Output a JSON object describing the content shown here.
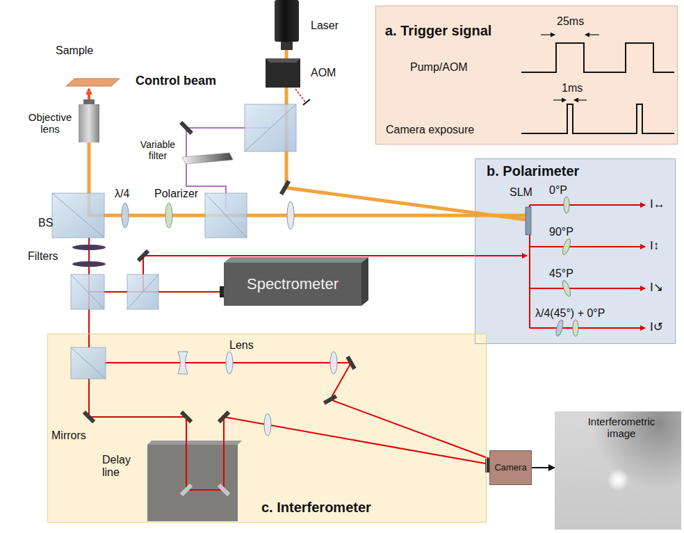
{
  "diagram": {
    "nodes": [
      {
        "text": [
          "a. Trigger signal"
        ]
      },
      {
        "text": [
          "b. Polarimeter"
        ]
      },
      {
        "text": [
          "Spectrometer"
        ]
      },
      {
        "text": [
          "c. Interferometer"
        ]
      },
      {
        "text": [
          "Delay line"
        ],
        "in": 3
      },
      {
        "text": [
          "Camera"
        ]
      },
      {
        "text": [
          "Interferometric image"
        ]
      }
    ],
    "edges": [
      {
        "from": 5,
        "to": 6,
        "arrow": "to"
      }
    ],
    "labels": [
      "Laser",
      "AOM",
      "Control beam",
      "Sample",
      "Objective lens",
      "Variable filter",
      "SLM",
      "λ/4",
      "Polarizer",
      "BS",
      "Filters",
      "25ms",
      "Pump/AOM",
      "1ms",
      "Camera exposure",
      "0°P",
      "I↔",
      "90°P",
      "I↕",
      "45°P",
      "I↘",
      "λ/4(45°) + 0°P",
      "I↺",
      "Lens",
      "Mirrors"
    ]
  }
}
